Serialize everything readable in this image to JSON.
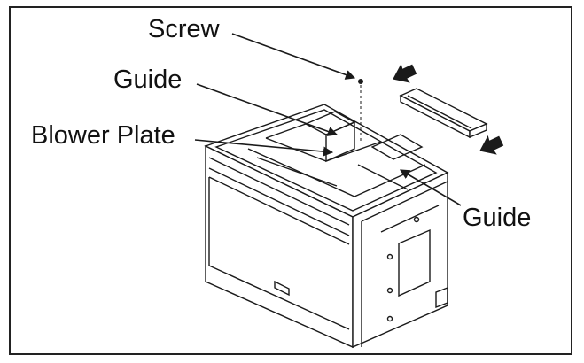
{
  "labels": {
    "screw": "Screw",
    "guide_top": "Guide",
    "blower_plate": "Blower Plate",
    "guide_bottom": "Guide"
  },
  "colors": {
    "line": "#1a1a1a",
    "frame": "#222222",
    "background": "#ffffff"
  },
  "icons": {
    "arrow_a": "push-arrow-icon",
    "arrow_b": "push-arrow-icon"
  }
}
